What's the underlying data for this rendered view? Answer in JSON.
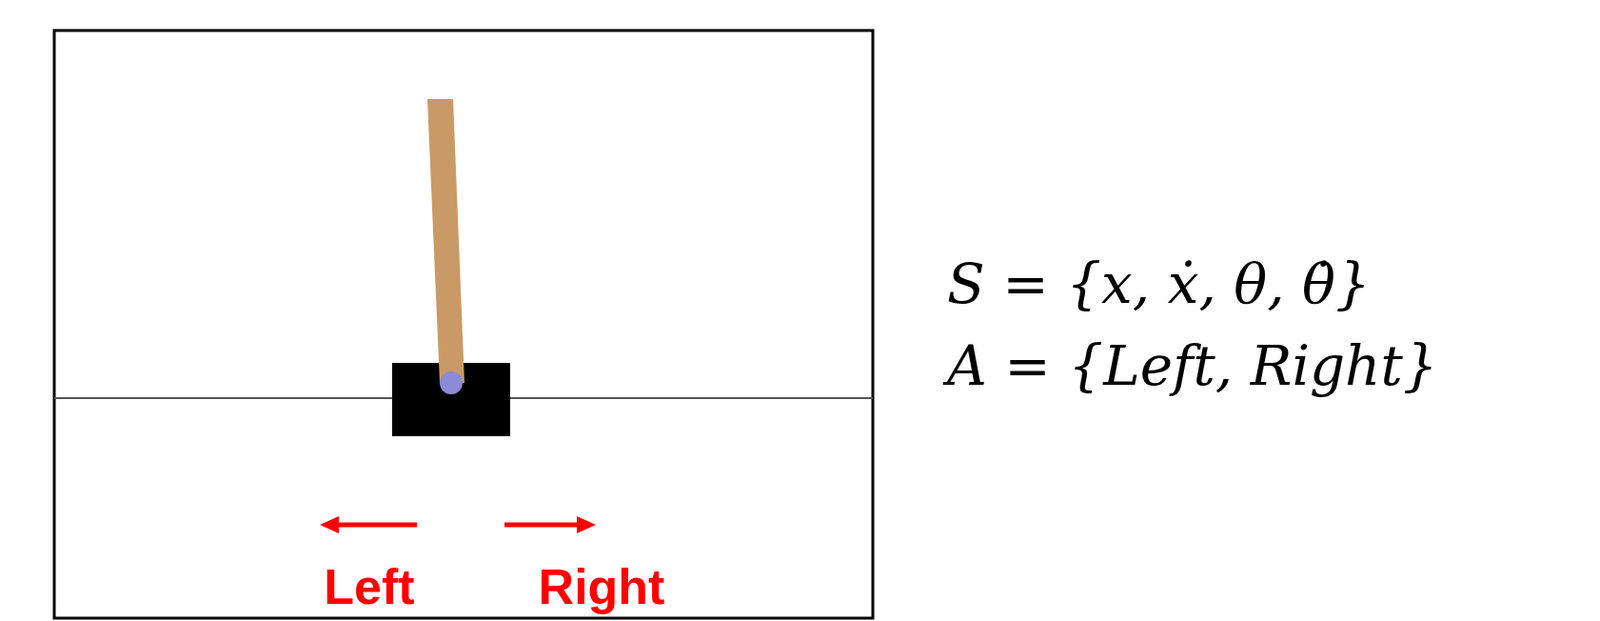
{
  "diagram": {
    "labels": [
      "Left",
      "Right",
      "S = {x, ẋ, θ, θ̇}",
      "A = {Left, Right}"
    ]
  }
}
